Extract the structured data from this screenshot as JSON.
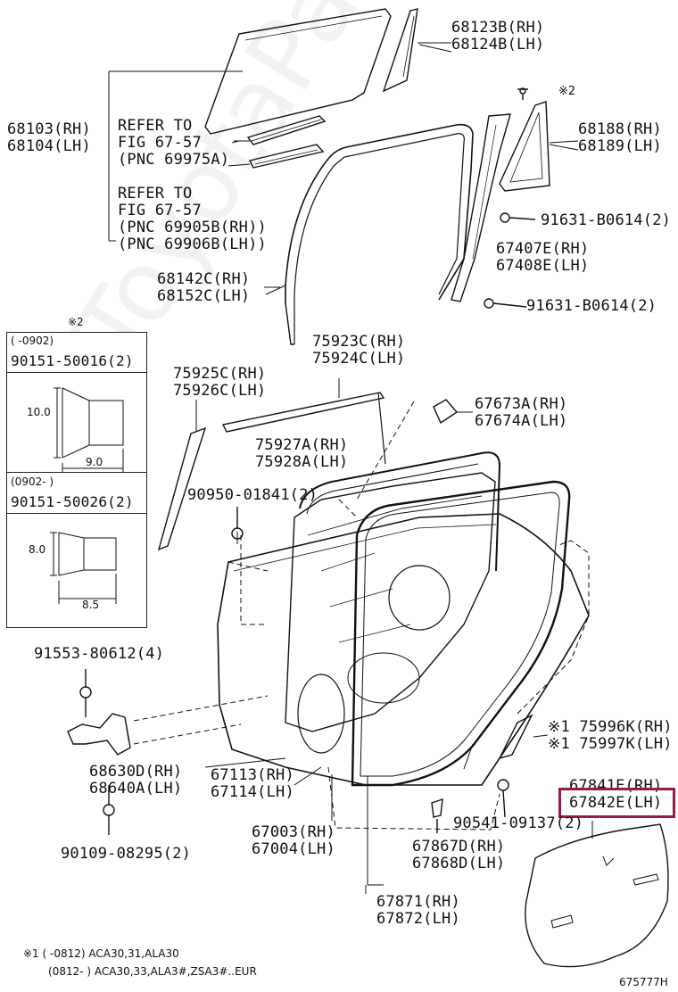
{
  "watermark": "ToyotaPartsMinnesota",
  "parts": {
    "p68123": {
      "rh": "68123B(RH)",
      "lh": "68124B(LH)"
    },
    "p68103": {
      "rh": "68103(RH)",
      "lh": "68104(LH)"
    },
    "refer1": {
      "l1": "REFER TO",
      "l2": "FIG 67-57",
      "l3": "(PNC 69975A)"
    },
    "refer2": {
      "l1": "REFER TO",
      "l2": "FIG 67-57",
      "l3": "(PNC 69905B(RH))",
      "l4": "(PNC 69906B(LH))"
    },
    "p68188": {
      "rh": "68188(RH)",
      "lh": "68189(LH)"
    },
    "p91631a": "91631-B0614(2)",
    "p67407": {
      "rh": "67407E(RH)",
      "lh": "67408E(LH)"
    },
    "p91631b": "91631-B0614(2)",
    "p68142": {
      "rh": "68142C(RH)",
      "lh": "68152C(LH)"
    },
    "p75923": {
      "rh": "75923C(RH)",
      "lh": "75924C(LH)"
    },
    "p75925": {
      "rh": "75925C(RH)",
      "lh": "75926C(LH)"
    },
    "p67673": {
      "rh": "67673A(RH)",
      "lh": "67674A(LH)"
    },
    "p75927": {
      "rh": "75927A(RH)",
      "lh": "75928A(LH)"
    },
    "p90950": "90950-01841(2)",
    "p91553": "91553-80612(4)",
    "p68630": {
      "rh": "68630D(RH)",
      "lh": "68640A(LH)"
    },
    "p90109": "90109-08295(2)",
    "p67113": {
      "rh": "67113(RH)",
      "lh": "67114(LH)"
    },
    "p67003": {
      "rh": "67003(RH)",
      "lh": "67004(LH)"
    },
    "p75996": {
      "rh": "※1 75996K(RH)",
      "lh": "※1 75997K(LH)"
    },
    "p67841": {
      "rh": "67841E(RH)",
      "lh": "67842E(LH)"
    },
    "p90541": "90541-09137(2)",
    "p67867": {
      "rh": "67867D(RH)",
      "lh": "67868D(LH)"
    },
    "p67871": {
      "rh": "67871(RH)",
      "lh": "67872(LH)"
    }
  },
  "note_star2": "※2",
  "inset": {
    "marker": "※2",
    "box1": {
      "date": "(      -0902)",
      "part": "90151-50016(2)",
      "dim_h": "10.0",
      "dim_w": "9.0"
    },
    "box2": {
      "date": "(0902-      )",
      "part": "90151-50026(2)",
      "dim_h": "8.0",
      "dim_w": "8.5"
    }
  },
  "footnotes": {
    "f1": "※1 (      -0812) ACA30,31,ALA30",
    "f2": "(0812-      ) ACA30,33,ALA3#,ZSA3#..EUR"
  },
  "figure_id": "675777H"
}
